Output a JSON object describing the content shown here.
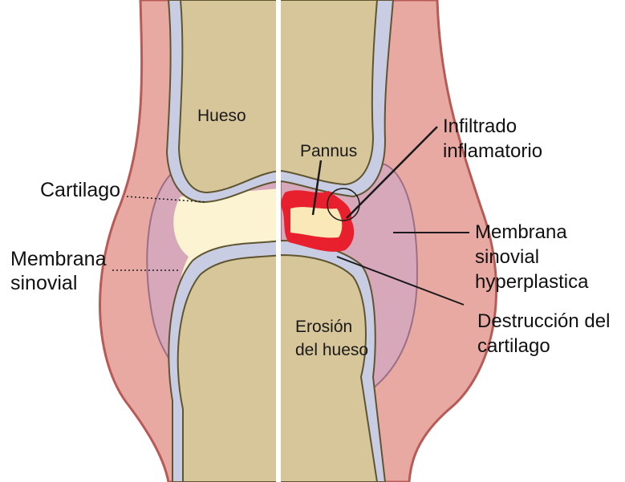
{
  "labels": {
    "hueso": "Hueso",
    "pannus": "Pannus",
    "erosion_line1": "Erosión",
    "erosion_line2": "del hueso",
    "cartilago": "Cartilago",
    "membrana_left_line1": "Membrana",
    "membrana_left_line2": "sinovial",
    "infiltrado_line1": "Infiltrado",
    "infiltrado_line2": "inflamatorio",
    "membrana_right_line1": "Membrana",
    "membrana_right_line2": "sinovial",
    "membrana_right_line3": "hyperplastica",
    "destruccion_line1": "Destrucción del",
    "destruccion_line2": "cartilago"
  },
  "colors": {
    "skin": "#e9a9a3",
    "skin_outline": "#b85a56",
    "synovium": "#d6a8ba",
    "synovium_outline": "#9c6f84",
    "bone": "#d6c69a",
    "bone_outline": "#5f5530",
    "cartilage": "#c9cde3",
    "synovial_fluid": "#fbf3d2",
    "pannus": "#e8202e",
    "divider": "#ffffff"
  }
}
